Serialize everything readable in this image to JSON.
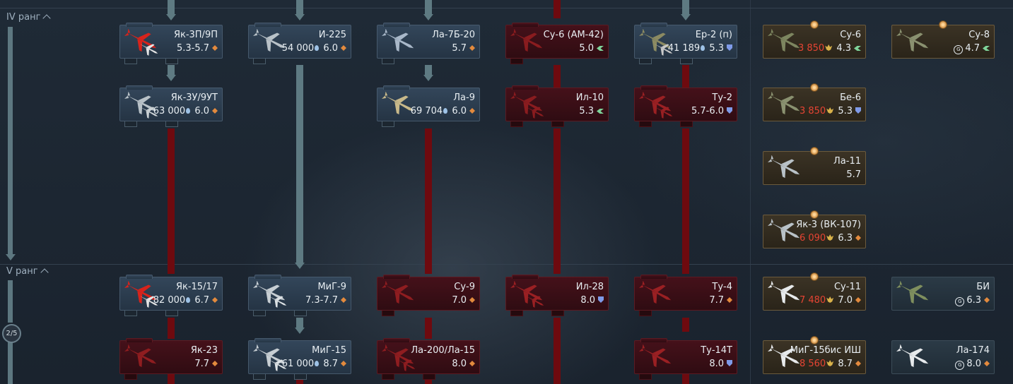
{
  "ranks": [
    {
      "label": "IV ранг"
    },
    {
      "label": "V ранг"
    }
  ],
  "progress": "2/5",
  "colors": {
    "std": "#2c3d4f",
    "researchable_locked": "#3c0f16",
    "premium": "#3a3326",
    "line_researched": "#5e7a82",
    "line_locked": "#6e0a0f",
    "cost_premium": "#e64433",
    "arcade": "#e38a3d",
    "realistic": "#7fd49a",
    "sim": "#7f9ae8"
  },
  "cards": [
    {
      "name": "Як-3П/9П",
      "cost": "",
      "cost_type": "",
      "br": "5.3-5.7",
      "mode": "arcade",
      "kind": "std",
      "plane": "red-fighter",
      "plane2": true
    },
    {
      "name": "И-225",
      "cost": "54 000",
      "cost_type": "rp",
      "br": "6.0",
      "mode": "arcade",
      "kind": "std",
      "plane": "gray-fighter"
    },
    {
      "name": "Ла-7Б-20",
      "cost": "",
      "cost_type": "",
      "br": "5.7",
      "mode": "arcade",
      "kind": "std",
      "plane": "blue-fighter"
    },
    {
      "name": "Су-6 (АМ-42)",
      "cost": "",
      "cost_type": "",
      "br": "5.0",
      "mode": "realistic",
      "kind": "loc",
      "plane": "red-attacker"
    },
    {
      "name": "Ер-2 (п)",
      "cost": "41 189",
      "cost_type": "rp",
      "br": "5.3",
      "mode": "sim",
      "kind": "std",
      "plane": "camo-bomber",
      "plane2": true
    },
    {
      "name": "Су-6",
      "cost": "3 850",
      "cost_type": "eagle",
      "br": "4.3",
      "mode": "realistic",
      "kind": "prem",
      "plane": "green-attacker",
      "medal": true
    },
    {
      "name": "Су-8",
      "cost": "",
      "cost_type": "gs",
      "br": "4.7",
      "mode": "realistic",
      "kind": "prem",
      "plane": "green-bomber",
      "medal": true
    },
    {
      "name": "Як-3У/9УТ",
      "cost": "63 000",
      "cost_type": "rp",
      "br": "6.0",
      "mode": "arcade",
      "kind": "std",
      "plane": "gray-fighter",
      "plane2": true
    },
    {
      "name": "Ла-9",
      "cost": "69 704",
      "cost_type": "rp",
      "br": "6.0",
      "mode": "arcade",
      "kind": "std",
      "plane": "tan-fighter"
    },
    {
      "name": "Ил-10",
      "cost": "",
      "cost_type": "",
      "br": "5.3",
      "mode": "realistic",
      "kind": "loc",
      "plane": "red-attacker",
      "plane2": true
    },
    {
      "name": "Ту-2",
      "cost": "",
      "cost_type": "",
      "br": "5.7-6.0",
      "mode": "sim",
      "kind": "loc",
      "plane": "red-bomber",
      "plane2": true
    },
    {
      "name": "Бе-6",
      "cost": "3 850",
      "cost_type": "eagle",
      "br": "5.3",
      "mode": "sim",
      "kind": "prem",
      "plane": "green-bomber",
      "medal": true
    },
    {
      "name": "Ла-11",
      "cost": "",
      "cost_type": "",
      "br": "5.7",
      "mode": "",
      "kind": "prem",
      "plane": "gray-fighter",
      "medal": true
    },
    {
      "name": "Як-3 (ВК-107)",
      "cost": "6 090",
      "cost_type": "eagle",
      "br": "6.3",
      "mode": "arcade",
      "kind": "prem",
      "plane": "gray-fighter",
      "medal": true
    },
    {
      "name": "Як-15/17",
      "cost": "82 000",
      "cost_type": "rp",
      "br": "6.7",
      "mode": "arcade",
      "kind": "std",
      "plane": "red-fighter",
      "plane2": true
    },
    {
      "name": "МиГ-9",
      "cost": "",
      "cost_type": "",
      "br": "7.3-7.7",
      "mode": "arcade",
      "kind": "std",
      "plane": "gray-jet",
      "plane2": true
    },
    {
      "name": "Су-9",
      "cost": "",
      "cost_type": "",
      "br": "7.0",
      "mode": "arcade",
      "kind": "loc",
      "plane": "red-jet"
    },
    {
      "name": "Ил-28",
      "cost": "",
      "cost_type": "",
      "br": "8.0",
      "mode": "sim",
      "kind": "loc",
      "plane": "red-bomber",
      "plane2": true
    },
    {
      "name": "Ту-4",
      "cost": "",
      "cost_type": "",
      "br": "7.7",
      "mode": "arcade",
      "kind": "loc",
      "plane": "red-bomber"
    },
    {
      "name": "Су-11",
      "cost": "7 480",
      "cost_type": "eagle",
      "br": "7.0",
      "mode": "arcade",
      "kind": "prem",
      "plane": "white-jet",
      "medal": true
    },
    {
      "name": "БИ",
      "cost": "",
      "cost_type": "gs",
      "br": "6.3",
      "mode": "arcade",
      "kind": "sq",
      "plane": "green-fighter"
    },
    {
      "name": "Як-23",
      "cost": "",
      "cost_type": "",
      "br": "7.7",
      "mode": "arcade",
      "kind": "loc",
      "plane": "red-jet"
    },
    {
      "name": "МиГ-15",
      "cost": "61 000",
      "cost_type": "rp",
      "br": "8.7",
      "mode": "arcade",
      "kind": "std",
      "plane": "gray-jet",
      "plane2": true
    },
    {
      "name": "Ла-200/Ла-15",
      "cost": "",
      "cost_type": "",
      "br": "8.0",
      "mode": "arcade",
      "kind": "loc",
      "plane": "red-jet",
      "plane2": true
    },
    {
      "name": "Ту-14Т",
      "cost": "",
      "cost_type": "",
      "br": "8.0",
      "mode": "sim",
      "kind": "loc",
      "plane": "red-bomber"
    },
    {
      "name": "МиГ-15бис ИШ",
      "cost": "8 560",
      "cost_type": "eagle",
      "br": "8.7",
      "mode": "arcade",
      "kind": "prem",
      "plane": "white-jet",
      "medal": true
    },
    {
      "name": "Ла-174",
      "cost": "",
      "cost_type": "gs",
      "br": "8.0",
      "mode": "arcade",
      "kind": "sq",
      "plane": "white-jet"
    }
  ]
}
